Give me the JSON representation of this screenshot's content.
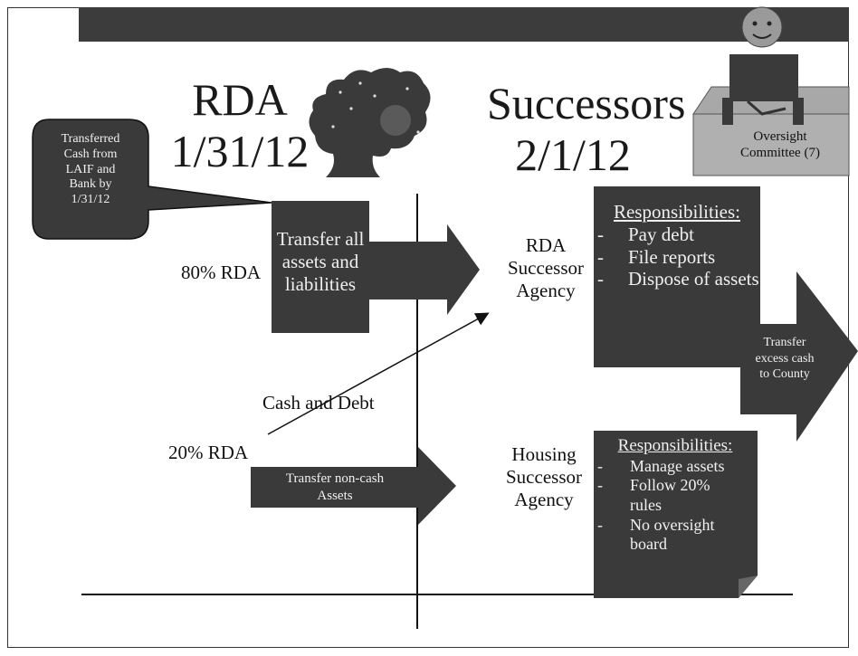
{
  "rda_title": {
    "line1": "RDA",
    "line2": "1/31/12"
  },
  "successors_title": {
    "line1": "Successors",
    "line2": "2/1/12"
  },
  "callout": [
    "Transferred",
    "Cash from",
    "LAIF and",
    "Bank by",
    "1/31/12"
  ],
  "oversight": {
    "line1": "Oversight",
    "line2": "Committee (7)"
  },
  "labels": {
    "rda80": "80% RDA",
    "rda20": "20% RDA",
    "cash_debt": "Cash and Debt",
    "rda_successor": [
      "RDA",
      "Successor",
      "Agency"
    ],
    "housing_successor": [
      "Housing",
      "Successor",
      "Agency"
    ]
  },
  "transfer_box": [
    "Transfer all",
    "assets and",
    "liabilities"
  ],
  "transfer_noncash": [
    "Transfer  non-cash",
    "Assets"
  ],
  "rda_responsibilities": {
    "heading": "Responsibilities:",
    "items": [
      "Pay debt",
      "File reports",
      "Dispose of assets"
    ]
  },
  "housing_responsibilities": {
    "heading": "Responsibilities:",
    "items": [
      "Manage assets",
      "Follow 20% rules",
      "No oversight board"
    ]
  },
  "transfer_county": [
    "Transfer",
    "excess cash",
    "to County"
  ]
}
